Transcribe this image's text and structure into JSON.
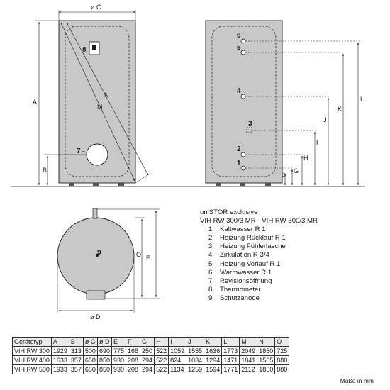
{
  "drawing": {
    "front_view": {
      "labels": {
        "dia_c": "ø C",
        "dim_a": "A",
        "dim_b": "B",
        "dim_m": "M",
        "dim_n": "N",
        "item_7": "7",
        "item_8": "8"
      }
    },
    "side_view": {
      "labels": {
        "item_1": "1",
        "item_2": "2",
        "item_3": "3",
        "item_4": "4",
        "item_5": "5",
        "item_6": "6",
        "dim_f": "F",
        "dim_g": "G",
        "dim_h": "H",
        "dim_i": "I",
        "dim_j": "J",
        "dim_k": "K",
        "dim_l": "L"
      }
    },
    "top_view": {
      "labels": {
        "item_9": "9",
        "dia_d": "ø D",
        "dim_e": "E",
        "dim_o": "O"
      }
    }
  },
  "legend": {
    "title_line1": "uniSTOR exclusive",
    "title_line2": "VIH RW 300/3 MR - VIH RW 500/3 MR",
    "items": [
      {
        "num": "1",
        "text": "Kaltwasser R 1"
      },
      {
        "num": "2",
        "text": "Heizung Rücklauf R 1"
      },
      {
        "num": "3",
        "text": "Heizung Fühlerlasche"
      },
      {
        "num": "4",
        "text": "Zirkulation R 3/4"
      },
      {
        "num": "5",
        "text": "Heizung Vorlauf R 1"
      },
      {
        "num": "6",
        "text": "Warmwasser R 1"
      },
      {
        "num": "7",
        "text": "Revisionsöffnung"
      },
      {
        "num": "8",
        "text": "Thermometer"
      },
      {
        "num": "9",
        "text": "Schutzanode"
      }
    ]
  },
  "table": {
    "headers": [
      "Gerätetyp",
      "A",
      "B",
      "ø C",
      "ø D",
      "E",
      "F",
      "G",
      "H",
      "I",
      "J",
      "K",
      "L",
      "M",
      "N",
      "O"
    ],
    "rows": [
      [
        "VIH RW 300",
        "1929",
        "313",
        "500",
        "690",
        "775",
        "168",
        "250",
        "522",
        "1059",
        "1555",
        "1636",
        "1773",
        "2049",
        "1850",
        "725"
      ],
      [
        "VIH RW 400",
        "1633",
        "357",
        "650",
        "850",
        "930",
        "208",
        "294",
        "522",
        "824",
        "1034",
        "1294",
        "1471",
        "1841",
        "1565",
        "880"
      ],
      [
        "VIH RW 500",
        "1933",
        "357",
        "650",
        "850",
        "930",
        "208",
        "294",
        "522",
        "1134",
        "1259",
        "1594",
        "1771",
        "2112",
        "1850",
        "880"
      ]
    ]
  },
  "unit_note": "Maße in mm"
}
